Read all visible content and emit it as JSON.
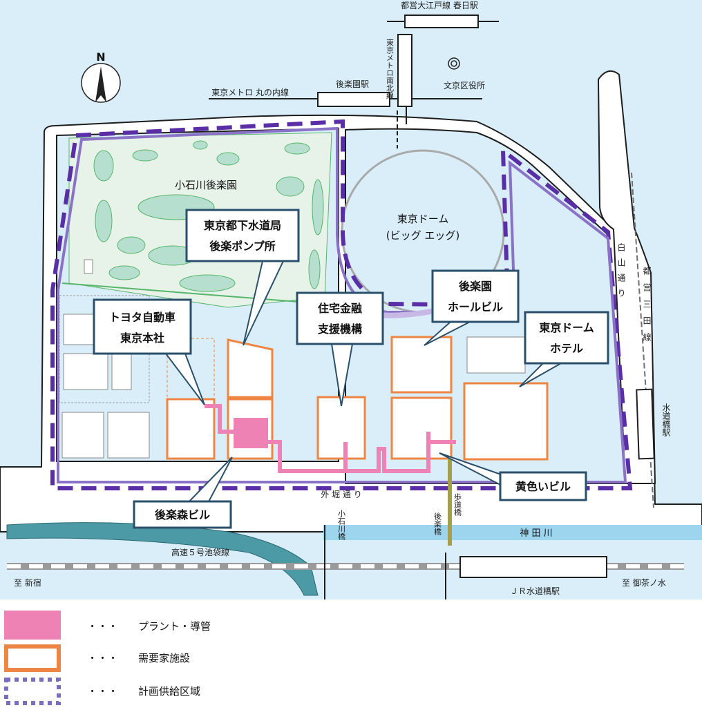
{
  "colors": {
    "water": "#d9eef9",
    "road": "#ffffff",
    "park": "#e7f3e9",
    "pond": "#b7dfd0",
    "plant": "#ee82b4",
    "demand": "#ef8543",
    "area": "#5a2ea6",
    "callout_border": "#2a4f6a",
    "river": "#9dd5ef",
    "expressway": "#4c9aa5"
  },
  "labels": {
    "oedo_line": "都営大江戸線 春日駅",
    "namboku_line": "東京メトロ南北線",
    "bunkyo_office": "文京区役所",
    "marunouchi_line": "東京メトロ 丸の内線",
    "korakuen_station": "後楽園駅",
    "koishikawa_garden": "小石川後楽園",
    "tokyo_dome_1": "東京ドーム",
    "tokyo_dome_2": "(ビッグ エッグ)",
    "hakusan_dori": "白山通り",
    "mita_line": "都営三田線",
    "suidobashi_station": "水道橋駅",
    "sotobori_dori": "外 堀 通 り",
    "koishikawa_bridge": "小石川橋",
    "korakubashi": "後楽橋",
    "footbridge": "歩道橋",
    "kanda_river": "神 田 川",
    "expressway": "高速５号池袋線",
    "to_shinjuku": "至 新宿",
    "jr_station": "ＪＲ水道橋駅",
    "to_ochanomizu": "至 御茶ノ水",
    "north": "N"
  },
  "callouts": {
    "toyota_1": "トヨタ自動車",
    "toyota_2": "東京本社",
    "sewer_1": "東京都下水道局",
    "sewer_2": "後楽ポンプ所",
    "housing_1": "住宅金融",
    "housing_2": "支援機構",
    "hall_1": "後楽園",
    "hall_2": "ホールビル",
    "hotel_1": "東京ドーム",
    "hotel_2": "ホテル",
    "mori": "後楽森ビル",
    "yellow": "黄色いビル"
  },
  "legend": [
    {
      "icon": "plant-swatch",
      "dots": "・・・",
      "label": "プラント・導管"
    },
    {
      "icon": "demand-swatch",
      "dots": "・・・",
      "label": "需要家施設"
    },
    {
      "icon": "area-swatch",
      "dots": "・・・",
      "label": "計画供給区域"
    }
  ]
}
